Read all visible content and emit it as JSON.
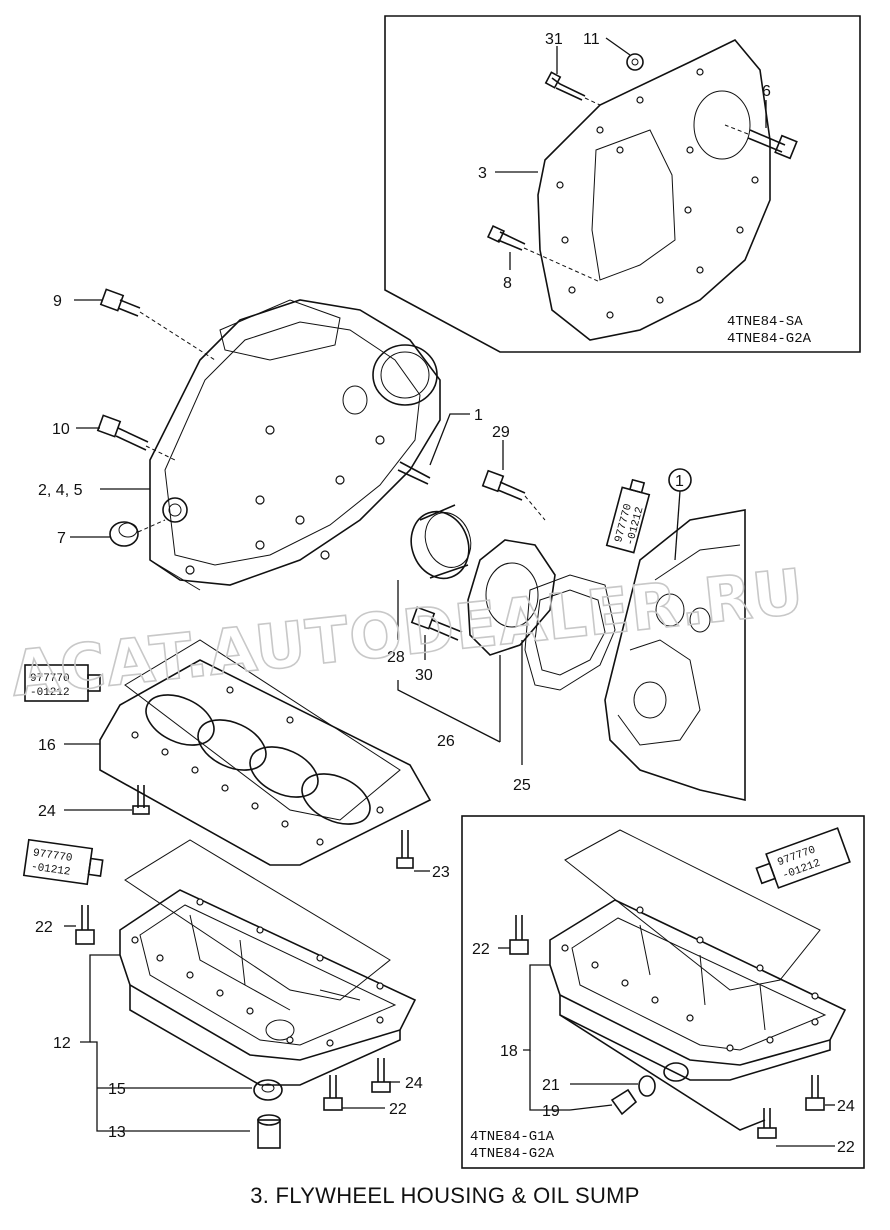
{
  "caption": "3.  FLYWHEEL HOUSING & OIL SUMP",
  "watermark": "ACAT.AUTODEALER.RU",
  "insets": {
    "top_right": {
      "models": [
        "4TNE84-SA",
        "4TNE84-G2A"
      ]
    },
    "bottom_right": {
      "models": [
        "4TNE84-G1A",
        "4TNE84-G2A"
      ]
    }
  },
  "sealant": {
    "line1": "977770",
    "line2": "-01212"
  },
  "callouts": {
    "c31": "31",
    "c11": "11",
    "c6": "6",
    "c3": "3",
    "c8": "8",
    "c9": "9",
    "c10": "10",
    "c245": "2, 4, 5",
    "c7": "7",
    "c1": "1",
    "c29": "29",
    "c1circ": "1",
    "c28": "28",
    "c30": "30",
    "c26": "26",
    "c25": "25",
    "c16": "16",
    "c24a": "24",
    "c23": "23",
    "c22a": "22",
    "c12": "12",
    "c15": "15",
    "c13": "13",
    "c24b": "24",
    "c22b": "22",
    "c22c": "22",
    "c18": "18",
    "c21": "21",
    "c19": "19",
    "c24c": "24",
    "c22d": "22"
  }
}
